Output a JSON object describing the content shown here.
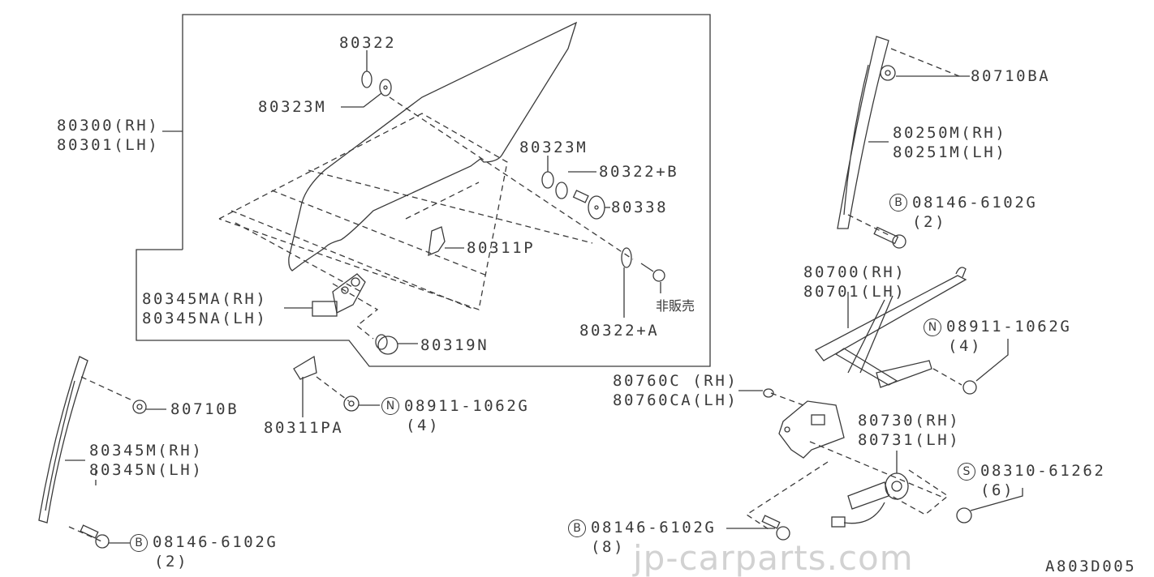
{
  "diagram_code": "A803D005",
  "watermark": "jp-carparts.com",
  "symbols": {
    "B": "B",
    "N": "N",
    "S": "S"
  },
  "parts": {
    "p80322": "80322",
    "p80323m_top": "80323M",
    "p80300": "80300(RH)",
    "p80301": "80301(LH)",
    "p80323m_right": "80323M",
    "p80322b": "80322+B",
    "p80338": "80338",
    "p80311p": "80311P",
    "p80345ma": "80345MA(RH)",
    "p80345na": "80345NA(LH)",
    "not_for_sale": "非販売",
    "p80322a": "80322+A",
    "p80319n": "80319N",
    "p80710ba": "80710BA",
    "p80250m": "80250M(RH)",
    "p80251m": "80251M(LH)",
    "bolt_b_upper": "08146-6102G",
    "bolt_b_upper_qty": "(2)",
    "p80700": "80700(RH)",
    "p80701": "80701(LH)",
    "nut_n_right": "08911-1062G",
    "nut_n_right_qty": "(4)",
    "p80760c": "80760C (RH)",
    "p80760ca": "80760CA(LH)",
    "p80710b": "80710B",
    "nut_n_mid": "08911-1062G",
    "nut_n_mid_qty": "(4)",
    "p80311pa": "80311PA",
    "p80730": "80730(RH)",
    "p80731": "80731(LH)",
    "p80345m": "80345M(RH)",
    "p80345n": "80345N(LH)",
    "screw_s": "08310-61262",
    "screw_s_qty": "(6)",
    "bolt_b_mid": "08146-6102G",
    "bolt_b_mid_qty": "(8)",
    "bolt_b_left": "08146-6102G",
    "bolt_b_left_qty": "(2)"
  }
}
